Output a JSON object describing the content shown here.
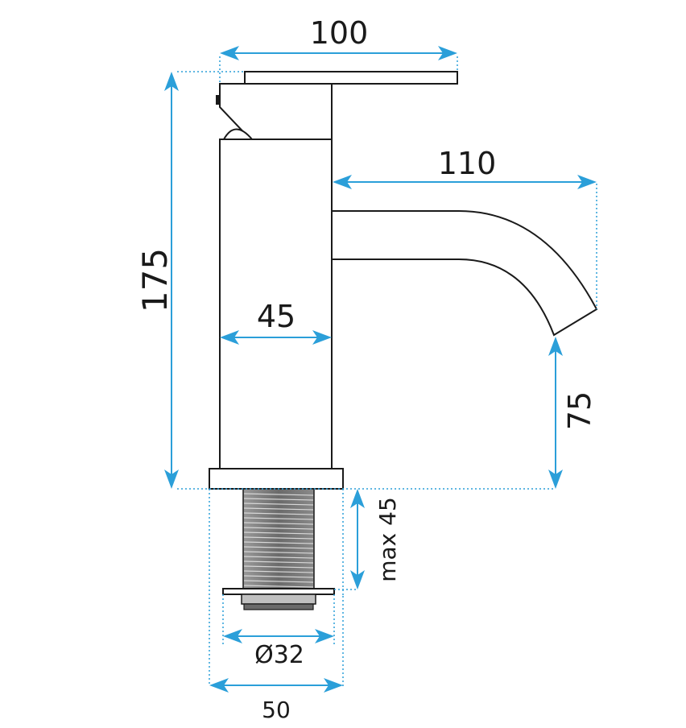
{
  "colors": {
    "accent": "#2b9fd9",
    "line": "#1a1a1a",
    "thread": "#777777"
  },
  "dimensions": {
    "width_top": "100",
    "spout_reach": "110",
    "total_height": "175",
    "body_width": "45",
    "spout_height": "75",
    "max_thickness": "max 45",
    "thread_diameter": "Ø32",
    "base_width": "50"
  }
}
